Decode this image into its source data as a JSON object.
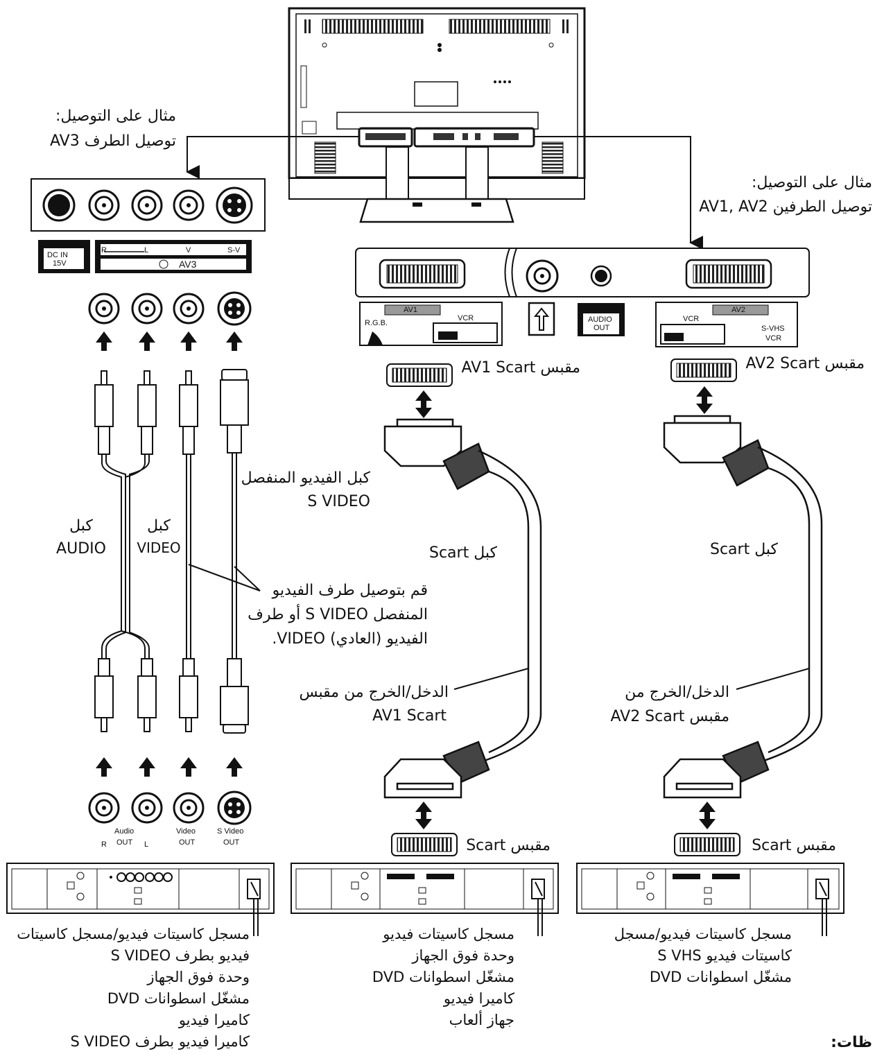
{
  "av3_example": {
    "line1": "مثال على التوصيل:",
    "line2": "توصيل الطرف AV3"
  },
  "av12_example": {
    "line1": "مثال على التوصيل:",
    "line2": "توصيل الطرفين AV1, AV2"
  },
  "av3_panel": {
    "dc_in": "DC IN",
    "dc_volt": "15V",
    "r": "R",
    "l": "L",
    "v": "V",
    "sv": "S-V",
    "name": "AV3"
  },
  "av12_panel": {
    "av1": "AV1",
    "av2": "AV2",
    "rgb": "R.G.B.",
    "vcr_left": "VCR",
    "vcr_right": "VCR",
    "svhs": "S-VHS",
    "svhs_vcr": "VCR",
    "audio": "AUDIO",
    "out": "OUT"
  },
  "labels": {
    "av1_scart_socket": "مقبس AV1 Scart",
    "av2_scart_socket": "مقبس AV2 Scart",
    "s_video_cable_1": "كبل الفيديو المنفصل",
    "s_video_cable_2": "S VIDEO",
    "audio_cable_1": "كبل",
    "audio_cable_2": "AUDIO",
    "video_cable_1": "كبل",
    "video_cable_2": "VIDEO",
    "scart_cable_left": "كبل Scart",
    "scart_cable_right": "كبل Scart",
    "connect_note_1": "قم بتوصيل طرف الفيديو",
    "connect_note_2": "المنفصل S VIDEO أو طرف",
    "connect_note_3": "الفيديو (العادي) VIDEO.",
    "av1_io_1": "الدخل/الخرج من مقبس",
    "av1_io_2": "AV1 Scart",
    "av2_io_1": "الدخل/الخرج من",
    "av2_io_2": "مقبس AV2 Scart",
    "scart_socket_left": "مقبس Scart",
    "scart_socket_right": "مقبس Scart",
    "audio_out": "Audio",
    "audio_out_2": "OUT",
    "r": "R",
    "l": "L",
    "video_out": "Video",
    "video_out_2": "OUT",
    "svideo_out": "S Video",
    "svideo_out_2": "OUT",
    "notes_cut": "ظات:"
  },
  "device_lists": {
    "left": [
      "مسجل كاسيتات فيديو/مسجل كاسيتات",
      "فيديو بطرف S VIDEO",
      "وحدة فوق الجهاز",
      "مشغّل اسطوانات DVD",
      "كاميرا فيديو",
      "كاميرا فيديو بطرف S VIDEO"
    ],
    "middle": [
      "مسجل كاسيتات فيديو",
      "وحدة فوق الجهاز",
      "مشغّل اسطوانات DVD",
      "كاميرا فيديو",
      "جهاز ألعاب"
    ],
    "right": [
      "مسجل كاسيتات فيديو/مسجل",
      "كاسيتات فيديو S VHS",
      "مشغّل اسطوانات DVD"
    ]
  }
}
